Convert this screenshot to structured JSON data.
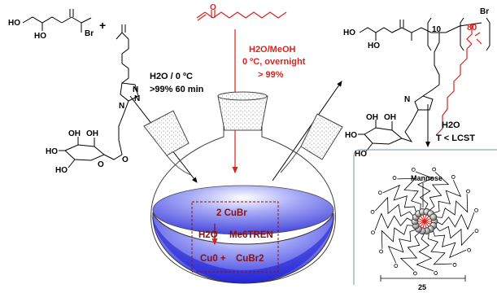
{
  "colors": {
    "red": "#e0201c",
    "dark_red": "#8b1010",
    "flask_blue": "#2828e6"
  },
  "initiator": {
    "ho1": "HO",
    "ho2": "HO",
    "br": "Br"
  },
  "plus": "+",
  "mannose_monomer": {
    "n1": "N",
    "n2": "N",
    "n3": "N",
    "oh1": "OH",
    "oh2": "OH",
    "oh3": "HO",
    "oh4": "HO",
    "ring_o": "O",
    "link_o": "O"
  },
  "acrylate": {
    "o": "O"
  },
  "condition_left": {
    "line1": "H2O / 0 ºC",
    "line2": ">99%  60 min"
  },
  "condition_center": {
    "line1": "H2O/MeOH",
    "line2": "0 ºC, overnight",
    "line3": "> 99%"
  },
  "polymer": {
    "ho1": "HO",
    "ho2": "HO",
    "sub10": "10",
    "sub80": "80",
    "br": "Br",
    "n": "N",
    "oh1": "OH",
    "oh2": "OH",
    "oh3": "HO",
    "oh4": "HO"
  },
  "flask": {
    "line1": "2 CuBr",
    "h2o": "H2O",
    "ligand": "Me6TREN",
    "cu0": "Cu0 +",
    "cubr2": "CuBr2"
  },
  "condition_right": {
    "line1": "H2O",
    "line2": "T < LCST"
  },
  "micelle": {
    "label": "Mannose",
    "scale": "25"
  }
}
